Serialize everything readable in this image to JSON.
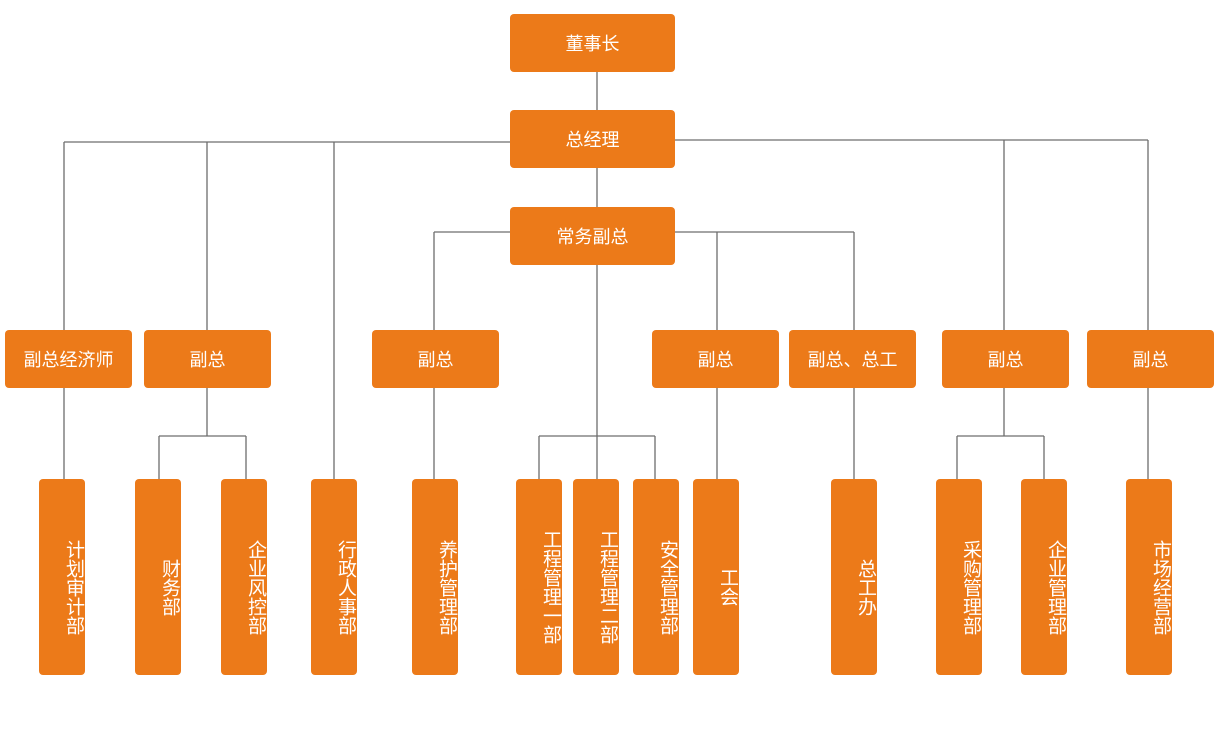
{
  "colors": {
    "box": "#ec7a19",
    "text": "#ffffff",
    "line": "#6d6d6d"
  },
  "nodes": {
    "chairman": "董事长",
    "gm": "总经理",
    "exec_vp": "常务副总",
    "deputy_economist": "副总经济师",
    "vp_finance": "副总",
    "vp_maintenance": "副总",
    "vp_union": "副总",
    "vp_chief_engineer": "副总、总工",
    "vp_procurement": "副总",
    "vp_market": "副总"
  },
  "departments": {
    "plan_audit": "计划审计部",
    "finance": "财务部",
    "risk_control": "企业风控部",
    "admin_hr": "行政人事部",
    "maintenance": "养护管理部",
    "eng1": "工程管理一部",
    "eng2": "工程管理二部",
    "safety": "安全管理部",
    "union": "工会",
    "chief_eng_office": "总工办",
    "procurement": "采购管理部",
    "enterprise_mgmt": "企业管理部",
    "market_ops": "市场经营部"
  }
}
